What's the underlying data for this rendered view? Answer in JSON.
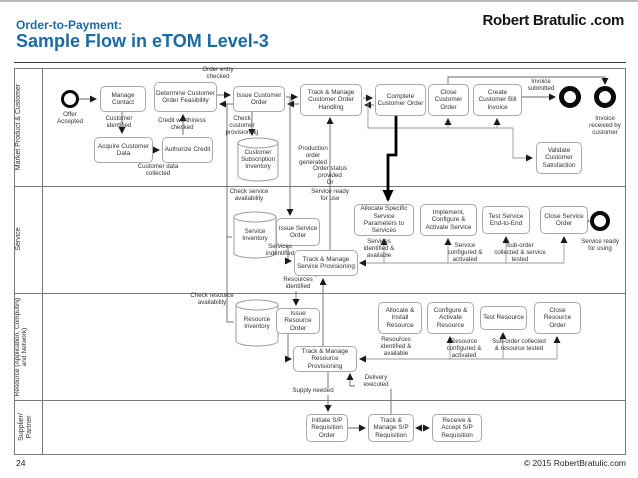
{
  "header": {
    "kicker": "Order-to-Payment:",
    "title": "Sample Flow in eTOM Level-3",
    "logo": "Robert Bratulic .com"
  },
  "footer": {
    "page_number": "24",
    "copyright": "© 2015 RobertBratulic.com"
  },
  "colors": {
    "title_blue": "#1a6aa5",
    "box_border": "#a9a9a9",
    "connector_gray": "#666666",
    "bus_gray": "#999999",
    "thick_arrow": "#000000"
  },
  "diagram": {
    "lanes": {
      "lane1": "Market Product & Customer",
      "lane2": "Service",
      "lane3": "Resource (Application, Computing and Network)",
      "lane4": "Supplier/ Partner"
    },
    "nodes": {
      "manage_contact": "Manage Contact",
      "determine_feasibility": "Determine Customer Order Feasibility",
      "acquire_customer_data": "Acquire Customer Data",
      "authorize_credit": "Authorize Credit",
      "issue_customer_order": "Issue Customer Order",
      "track_manage_coh": "Track & Manage Customer Order Handling",
      "complete_customer_order": "Complete Customer Order",
      "close_customer_order": "Close Customer Order",
      "create_customer_bill": "Create Customer Bill Invoice",
      "validate_satisfaction": "Validate Customer Satisfaction",
      "issue_service_order": "Issue Service Order",
      "track_manage_service": "Track & Manage Service Provisioning",
      "allocate_specific": "Allocate Specific Service Parameters to Services",
      "implement_service": "Implement, Configure & Activate Service",
      "test_service": "Test Service End-to-End",
      "close_service_order": "Close Service Order",
      "issue_resource_order": "Issue Resource Order",
      "track_manage_resource": "Track & Manage Resource Provisioning",
      "allocate_install": "Allocate & Install Resource",
      "configure_activate_resource": "Configure & Activate Resource",
      "test_resource": "Test Resource",
      "close_resource_order": "Close Resource Order",
      "initiate_sp": "Initiate S/P Requisition Order",
      "track_sp": "Track & Manage S/P Requisition",
      "receive_sp": "Receive & Accept S/P Requisition"
    },
    "datastores": {
      "customer_subscription_inventory": "Customer Subscription Inventory",
      "service_inventory": "Service Inventory",
      "resource_inventory": "Resource Inventory"
    },
    "events": {
      "offer_accepted": "Offer Accepted",
      "invoice_received": "Invoice received by customer",
      "service_ready_using": "Service ready for using"
    },
    "edge_labels": {
      "customer_identified": "Customer identified",
      "customer_data_collected": "Customer data collected",
      "credit_worthiness_checked": "Credit worthiness checked",
      "order_entry_checked": "Order entry checked",
      "check_customer_provisioning": "Check customer provisioning",
      "production_order_generated": "Production order generated",
      "order_status_provided": "Order status provided",
      "or": "Or",
      "service_ready_for_use": "Service ready for use",
      "invoice_submitted": "Invoice submitted",
      "check_service_availability": "Check service availability",
      "services_indentified": "Services indentified",
      "services_identified_available": "Services identified & available",
      "service_configured_activated": "Service configured & activated",
      "suborder_service_tested": "Sub-order collected & service tested",
      "resources_identified": "Resources identified",
      "check_resource_availability": "Check resource availability",
      "resources_identified_available": "Resources identified & available",
      "resource_configured_activated": "Resource configured & activated",
      "suborder_resource_tested": "Sub-order collected & resource tested",
      "delivery_executed": "Delivery executed",
      "supply_needed": "Supply needed"
    }
  }
}
